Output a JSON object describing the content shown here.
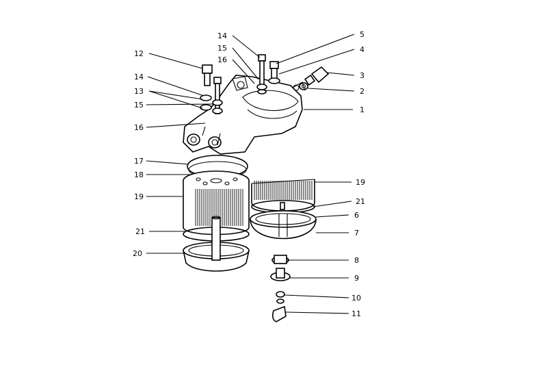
{
  "callouts": [
    {
      "id": "c1",
      "text": "1"
    },
    {
      "id": "c2",
      "text": "2"
    },
    {
      "id": "c3",
      "text": "3"
    },
    {
      "id": "c4",
      "text": "4"
    },
    {
      "id": "c5",
      "text": "5"
    },
    {
      "id": "c6",
      "text": "6"
    },
    {
      "id": "c7",
      "text": "7"
    },
    {
      "id": "c8",
      "text": "8"
    },
    {
      "id": "c9",
      "text": "9"
    },
    {
      "id": "c10",
      "text": "10"
    },
    {
      "id": "c11",
      "text": "11"
    },
    {
      "id": "c12",
      "text": "12"
    },
    {
      "id": "c13",
      "text": "13"
    },
    {
      "id": "c14a",
      "text": "14"
    },
    {
      "id": "c14b",
      "text": "14"
    },
    {
      "id": "c15a",
      "text": "15"
    },
    {
      "id": "c15b",
      "text": "15"
    },
    {
      "id": "c16a",
      "text": "16"
    },
    {
      "id": "c16b",
      "text": "16"
    },
    {
      "id": "c17",
      "text": "17"
    },
    {
      "id": "c18",
      "text": "18"
    },
    {
      "id": "c19a",
      "text": "19"
    },
    {
      "id": "c19b",
      "text": "19"
    },
    {
      "id": "c20",
      "text": "20"
    },
    {
      "id": "c21a",
      "text": "21"
    },
    {
      "id": "c21b",
      "text": "21"
    }
  ]
}
